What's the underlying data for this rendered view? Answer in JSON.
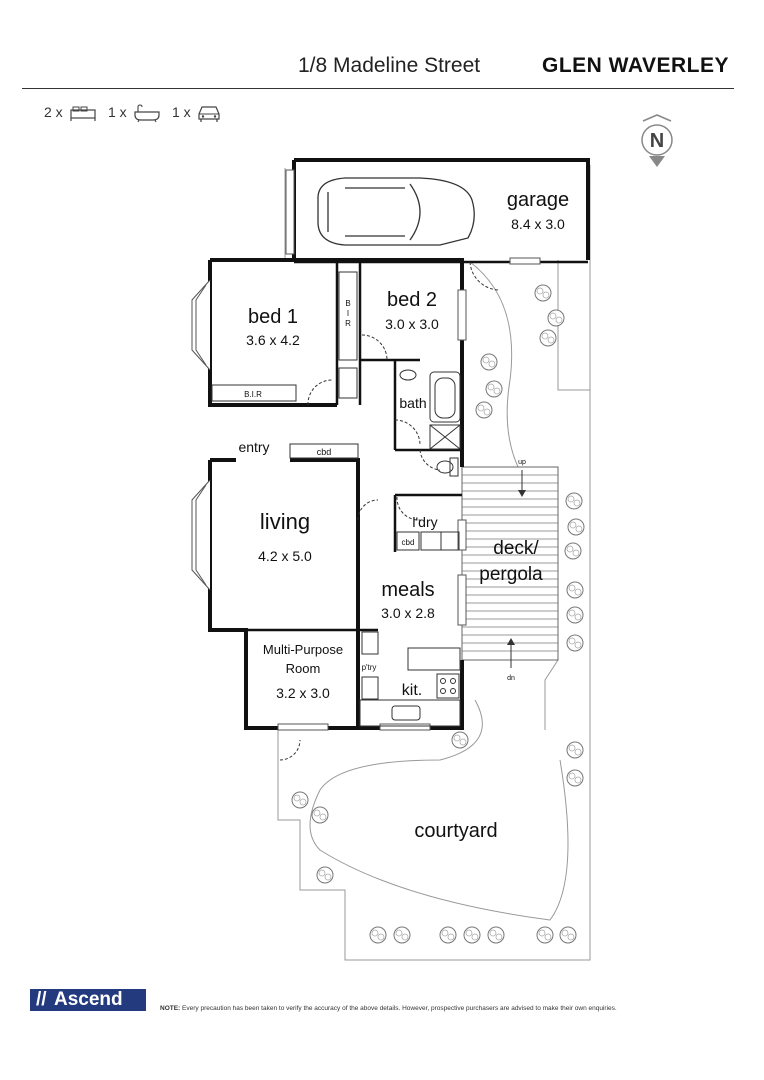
{
  "header": {
    "address": "1/8 Madeline Street",
    "suburb": "GLEN WAVERLEY"
  },
  "features": [
    {
      "count": "2 x",
      "icon": "bed-icon"
    },
    {
      "count": "1 x",
      "icon": "bath-icon"
    },
    {
      "count": "1 x",
      "icon": "car-icon"
    }
  ],
  "compass": {
    "label": "N"
  },
  "rooms": {
    "garage": {
      "name": "garage",
      "size": "8.4 x 3.0"
    },
    "bed1": {
      "name": "bed 1",
      "size": "3.6 x 4.2"
    },
    "bed2": {
      "name": "bed 2",
      "size": "3.0 x 3.0"
    },
    "living": {
      "name": "living",
      "size": "4.2 x 5.0"
    },
    "meals": {
      "name": "meals",
      "size": "3.0 x 2.8"
    },
    "mpr": {
      "name1": "Multi-Purpose",
      "name2": "Room",
      "size": "3.2 x 3.0"
    },
    "deck": {
      "name1": "deck/",
      "name2": "pergola"
    },
    "courtyard": {
      "name": "courtyard"
    },
    "bath": {
      "name": "bath"
    },
    "ldry": {
      "name": "l'dry"
    },
    "kit": {
      "name": "kit."
    },
    "entry": {
      "name": "entry"
    }
  },
  "fixtures": {
    "bir_bed1": "B.I.R",
    "bir_bed2_b": "B",
    "bir_bed2_i": "I",
    "bir_bed2_r": "R",
    "cbd_entry": "cbd",
    "cbd_ldry": "cbd",
    "ptry": "p'try",
    "up": "up",
    "dn": "dn"
  },
  "footer": {
    "brand": "Ascend",
    "note_label": "NOTE:",
    "note_text": "Every precaution has been taken to verify the accuracy of the above details. However, prospective purchasers are advised to make their own enquiries."
  }
}
